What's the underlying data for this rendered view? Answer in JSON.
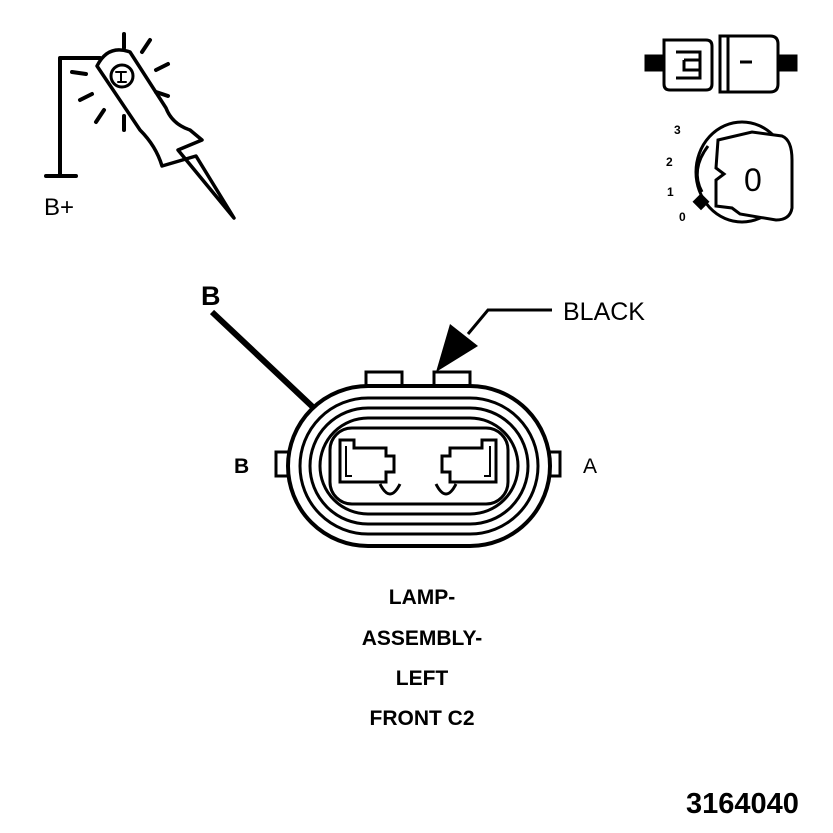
{
  "labels": {
    "power": "B+",
    "callout_b": "B",
    "wire_color": "BLACK",
    "pin_b": "B",
    "pin_a": "A"
  },
  "ignition_key": {
    "positions": [
      "3",
      "2",
      "1",
      "0"
    ],
    "key_mark": "0"
  },
  "caption": {
    "line1": "LAMP-",
    "line2": "ASSEMBLY-",
    "line3": "LEFT",
    "line4": "FRONT C2"
  },
  "figure_number": "3164040"
}
